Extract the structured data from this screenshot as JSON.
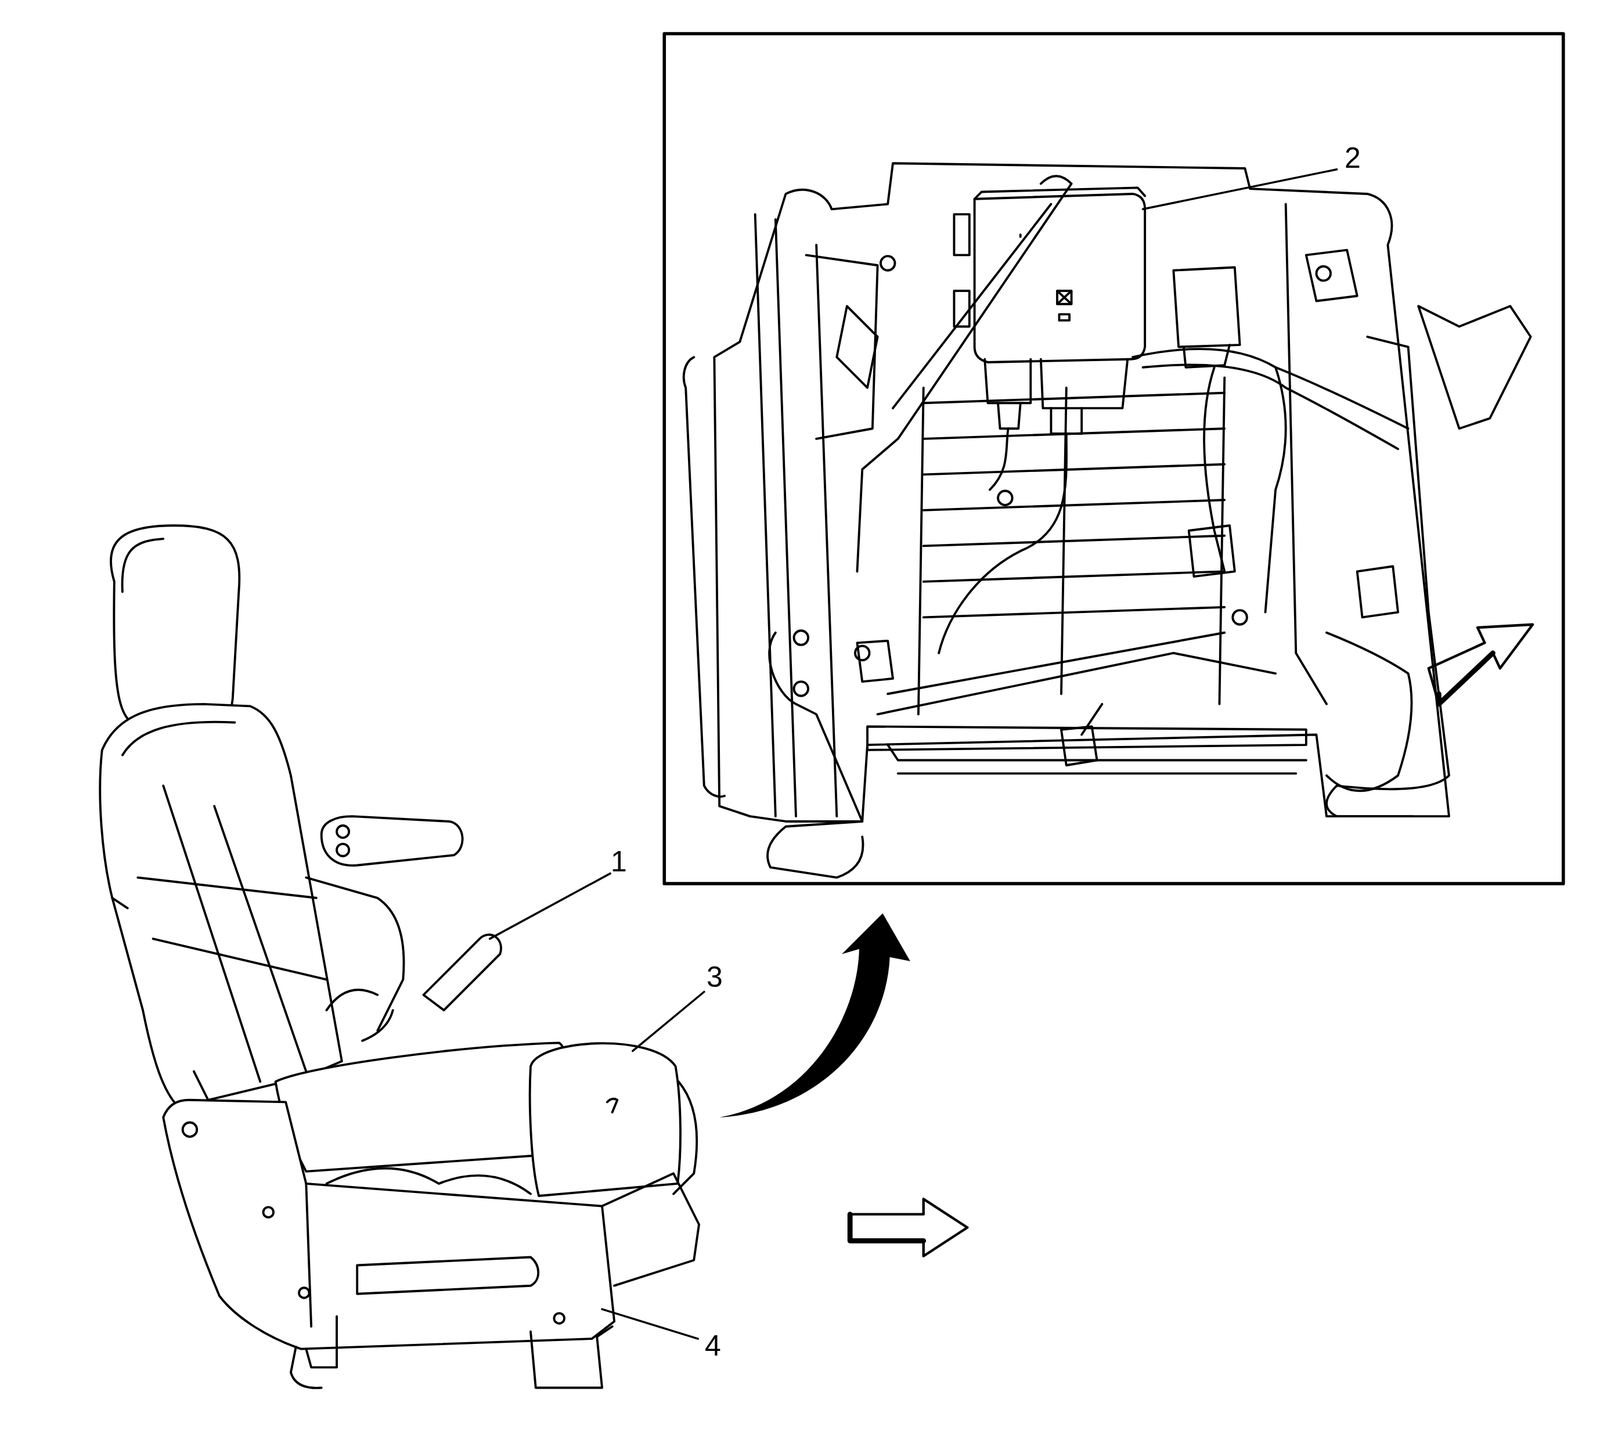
{
  "diagram": {
    "labels": [
      "2",
      "1",
      "3",
      "4"
    ]
  }
}
